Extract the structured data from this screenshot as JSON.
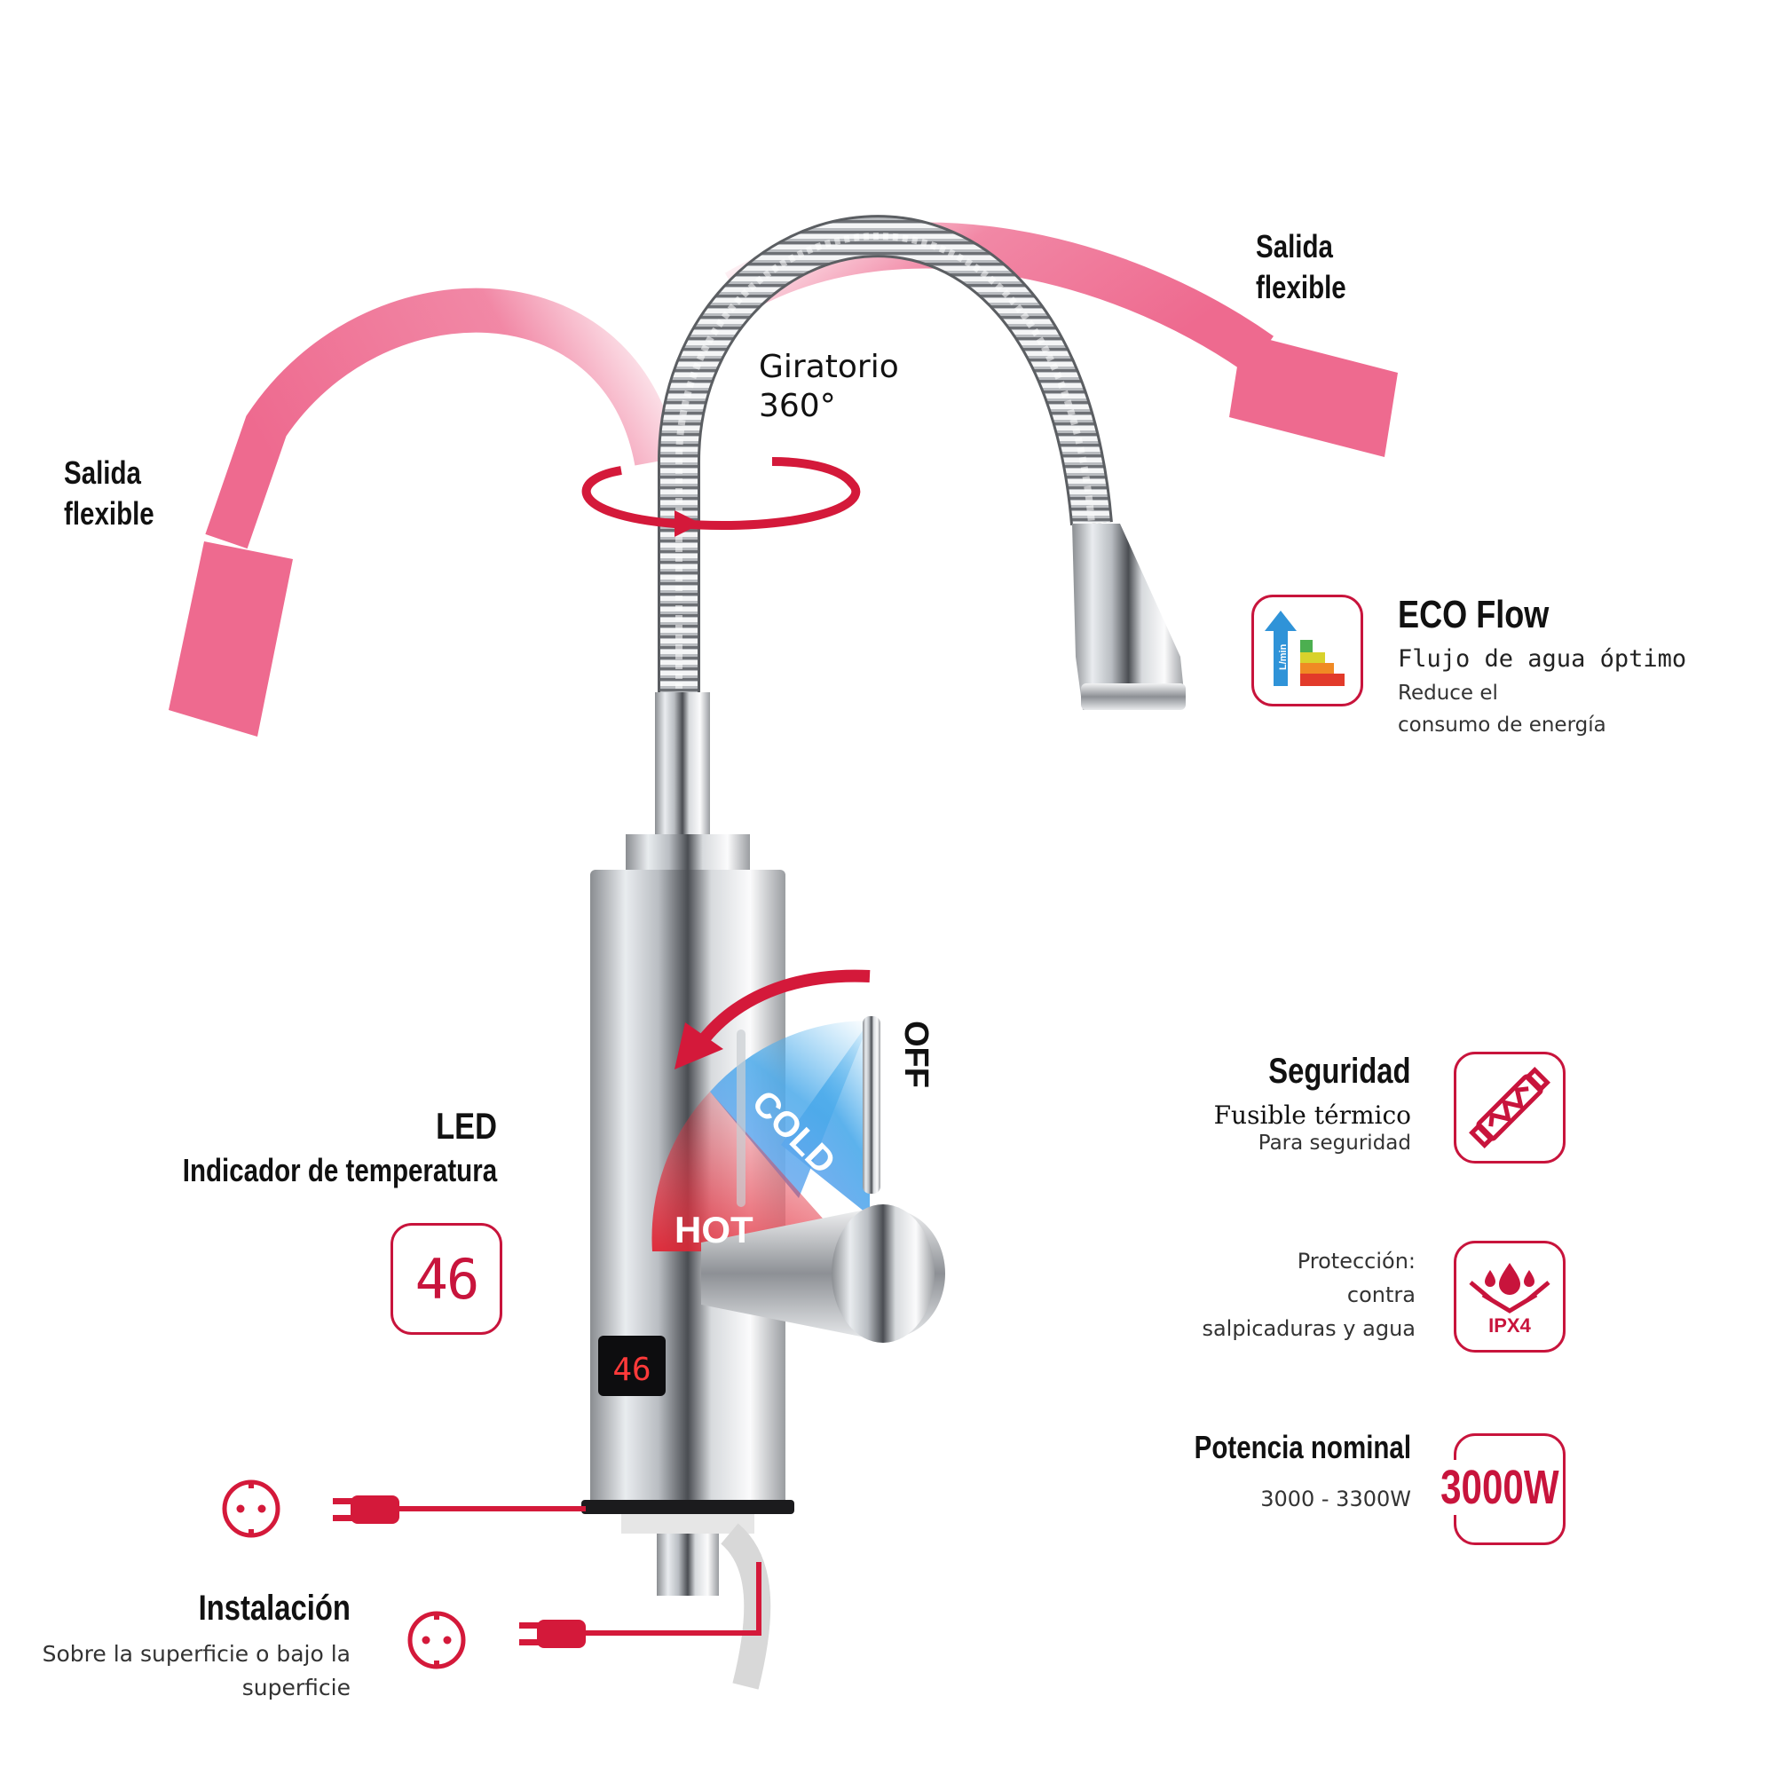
{
  "labels": {
    "salida_left": [
      "Salida",
      "flexible"
    ],
    "salida_right": [
      "Salida",
      "flexible"
    ],
    "giratorio": [
      "Giratorio",
      "360°"
    ],
    "eco": {
      "title": "ECO Flow",
      "sub": "Flujo de agua óptimo",
      "desc1": "Reduce el",
      "desc2": "consumo de energía",
      "icon_text": "L/min"
    },
    "led": {
      "title": "LED",
      "sub": "Indicador de temperatura",
      "value": "46"
    },
    "display_value": "46",
    "lever": {
      "cold": "COLD",
      "hot": "HOT",
      "off": "OFF"
    },
    "seguridad": {
      "title": "Seguridad",
      "sub": "Fusible térmico",
      "desc": "Para seguridad"
    },
    "proteccion": {
      "line1": "Protección:",
      "line2": "contra",
      "line3": "salpicaduras y agua",
      "badge": "IPX4"
    },
    "potencia": {
      "title": "Potencia nominal",
      "range": "3000 - 3300W",
      "badge": "3000W"
    },
    "instalacion": {
      "title": "Instalación",
      "desc1": "Sobre la superficie o bajo la",
      "desc2": "superficie"
    }
  },
  "colors": {
    "accent": "#c8143c",
    "pink": "#ee6a8f"
  }
}
